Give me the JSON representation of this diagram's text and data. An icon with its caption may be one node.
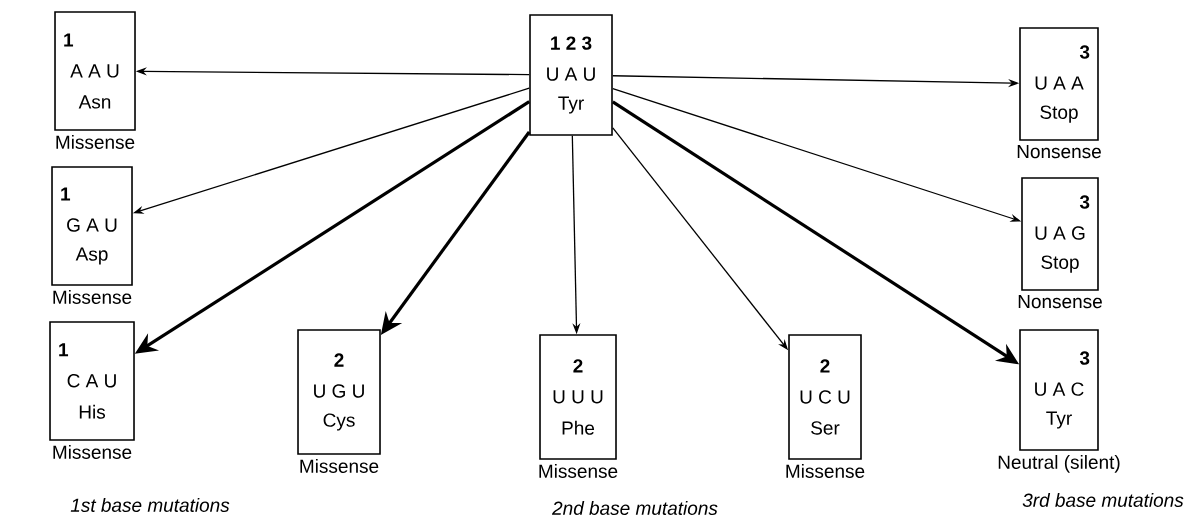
{
  "diagram": {
    "nodes": [
      {
        "text": [
          "1 2 3",
          "U A U",
          "Tyr"
        ]
      },
      {
        "text": [
          "1",
          "A A U",
          "Asn"
        ],
        "beside": [
          "Missense"
        ]
      },
      {
        "text": [
          "1",
          "G A U",
          "Asp"
        ],
        "beside": [
          "Missense"
        ]
      },
      {
        "text": [
          "1",
          "C A U",
          "His"
        ],
        "beside": [
          "Missense"
        ]
      },
      {
        "text": [
          "2",
          "U G U",
          "Cys"
        ],
        "beside": [
          "Missense"
        ]
      },
      {
        "text": [
          "2",
          "U U U",
          "Phe"
        ],
        "beside": [
          "Missense"
        ]
      },
      {
        "text": [
          "2",
          "U C U",
          "Ser"
        ],
        "beside": [
          "Missense"
        ]
      },
      {
        "text": [
          "3",
          "U A A",
          "Stop"
        ],
        "beside": [
          "Nonsense"
        ]
      },
      {
        "text": [
          "3",
          "U A G",
          "Stop"
        ],
        "beside": [
          "Nonsense"
        ]
      },
      {
        "text": [
          "3",
          "U A C",
          "Tyr"
        ],
        "beside": [
          "Neutral (silent)"
        ]
      }
    ],
    "edges": [
      {
        "from": 0,
        "to": 1,
        "arrow": "to"
      },
      {
        "from": 0,
        "to": 2,
        "arrow": "to"
      },
      {
        "from": 0,
        "to": 3,
        "arrow": "to",
        "style": "thick"
      },
      {
        "from": 0,
        "to": 4,
        "arrow": "to",
        "style": "thick"
      },
      {
        "from": 0,
        "to": 5,
        "arrow": "to"
      },
      {
        "from": 0,
        "to": 6,
        "arrow": "to"
      },
      {
        "from": 0,
        "to": 7,
        "arrow": "to"
      },
      {
        "from": 0,
        "to": 8,
        "arrow": "to"
      },
      {
        "from": 0,
        "to": 9,
        "arrow": "to",
        "style": "thick"
      }
    ],
    "labels": [
      "1st base mutations",
      "2nd base mutations",
      "3rd base mutations"
    ]
  }
}
